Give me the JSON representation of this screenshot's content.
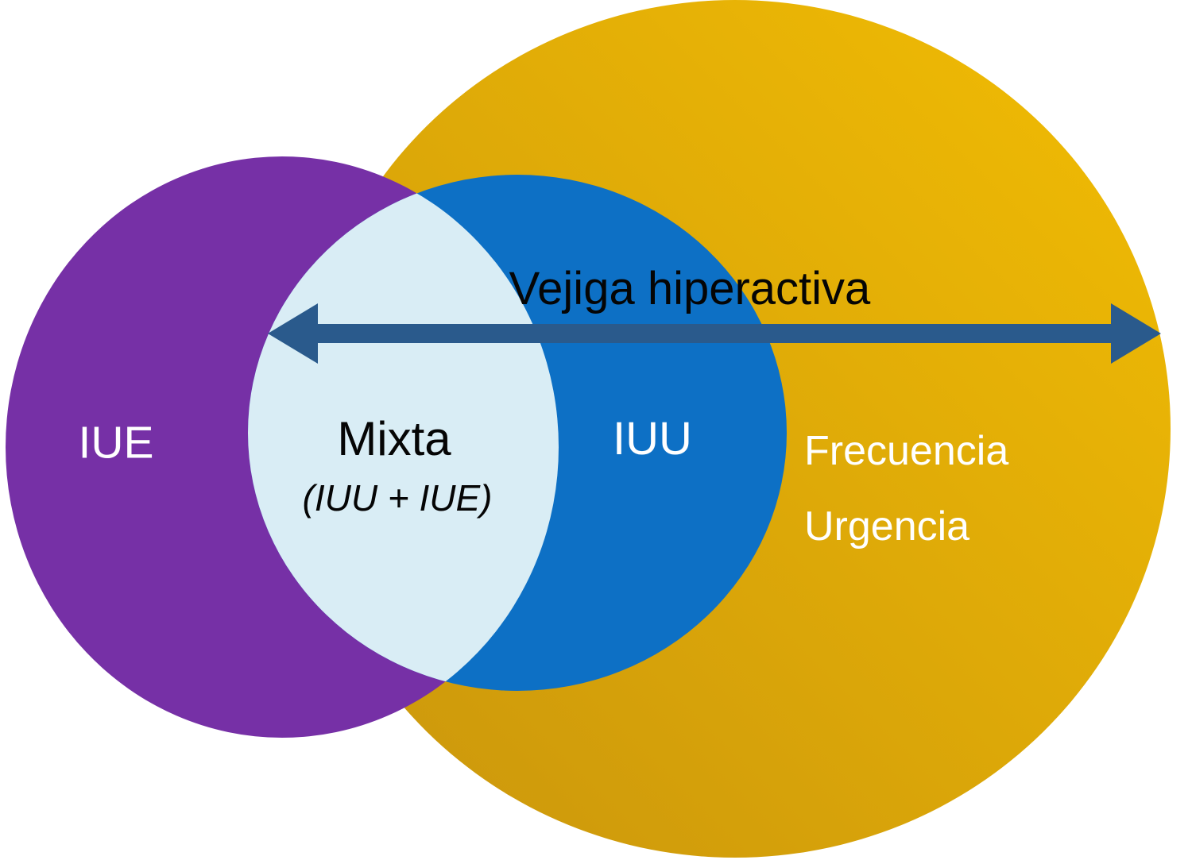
{
  "diagram": {
    "title": "Vejiga hiperactiva",
    "regions": {
      "iue_label": "IUE",
      "mixta_label": "Mixta",
      "mixta_sublabel": "(IUU + IUE)",
      "iuu_label": "IUU",
      "frecuencia_label": "Frecuencia",
      "urgencia_label": "Urgencia"
    },
    "colors": {
      "purple": "#7630a6",
      "gold_dark": "#c9950d",
      "gold_light": "#f2bd03",
      "blue": "#0d70c5",
      "pale": "#d9edf5",
      "arrow": "#2a5a8c",
      "title_text": "#050505",
      "light_text": "#ffffff"
    }
  }
}
